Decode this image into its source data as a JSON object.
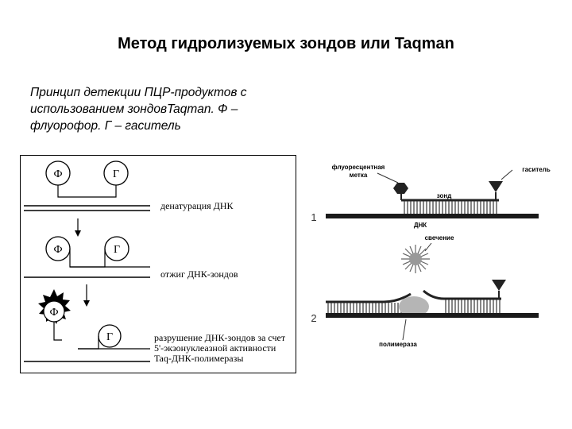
{
  "slide": {
    "title": "Метод гидролизуемых зондов или Taqman",
    "subtitle": "Принцип детекции ПЦР-продуктов с использованием зондовTaqman. Ф – флуорофор. Г – гаситель"
  },
  "left_diagram": {
    "fluor_label": "Ф",
    "quencher_label": "Г",
    "step1": "денатурация ДНК",
    "step2": "отжиг ДНК-зондов",
    "step3_line1": "разрушение ДНК-зондов за счет",
    "step3_line2": "5'-экзонуклеазной активности",
    "step3_line3": "Taq-ДНК-полимеразы"
  },
  "right_diagram": {
    "fluor_label_line1": "флуоресцентная",
    "fluor_label_line2": "метка",
    "quencher_label": "гаситель",
    "probe_label": "зонд",
    "dna_label": "ДНК",
    "glow_label": "свечение",
    "polymerase_label": "полимераза",
    "step1_num": "1",
    "step2_num": "2"
  }
}
